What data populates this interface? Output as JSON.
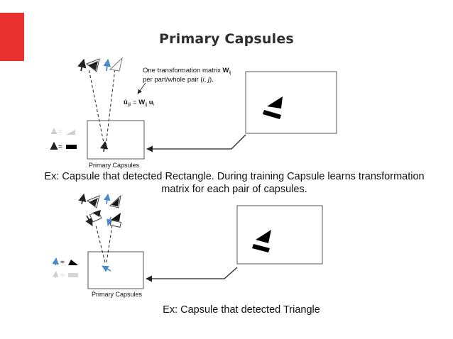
{
  "slide": {
    "title": "Primary Capsules",
    "accent_color": "#e8312f"
  },
  "diagram_top": {
    "annotation_line1_text": "One transformation matrix ",
    "annotation_line1_bold": "W",
    "annotation_line1_sub": "ij",
    "annotation_line2_text": "per part/whole pair (",
    "annotation_line2_i": "i",
    "annotation_line2_sep": ", ",
    "annotation_line2_j": "j",
    "annotation_line2_end": ").",
    "formula_u": "û",
    "formula_u_sub": "j|i",
    "formula_eq": " = ",
    "formula_w": "W",
    "formula_w_sub": "ij",
    "formula_ui": " u",
    "formula_ui_sub": "i",
    "box_label": "Primary Capsules",
    "legend_eq_1": "=",
    "legend_eq_2": "="
  },
  "caption_top": "Ex: Capsule that detected Rectangle. During training Capsule learns transformation matrix for each pair of capsules.",
  "diagram_bottom": {
    "box_label": "Primary Capsules",
    "legend_eq_1": "=",
    "legend_eq_2": "="
  },
  "caption_bottom": "Ex: Capsule that detected Triangle",
  "colors": {
    "active_arrow": "#4a8ac9",
    "muted": "#cccccc",
    "ink": "#111111"
  }
}
